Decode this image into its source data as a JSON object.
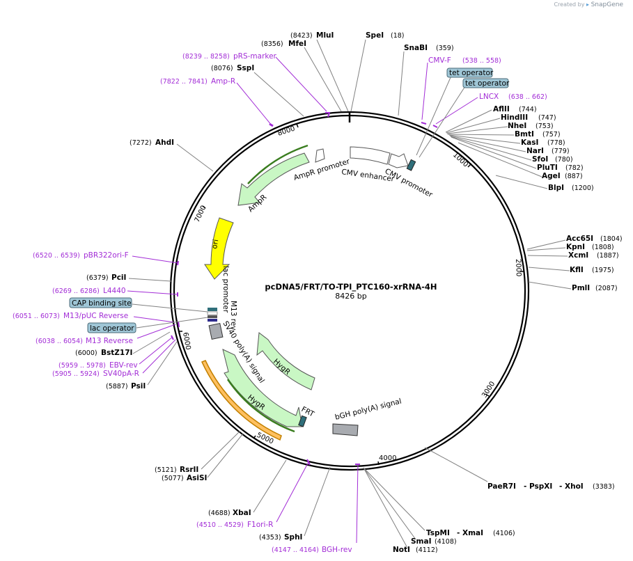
{
  "app": {
    "credit_prefix": "Created by",
    "credit_brand": "SnapGene"
  },
  "plasmid": {
    "name": "pcDNA5/FRT/TO-TPI_PTC160-xrRNA-4H",
    "length_label": "8426 bp",
    "length": 8426
  },
  "colors": {
    "primer": "#a22cd6",
    "enzyme_line": "#808080",
    "feature_green": "#c9f7c4",
    "feature_yellow": "#ffff00",
    "box_teal": "#9fc6d6"
  },
  "ticks": [
    "1000",
    "2000",
    "3000",
    "4000",
    "5000",
    "6000",
    "7000",
    "8000"
  ],
  "enzymes": [
    {
      "name": "MluI",
      "pos": "(8423)"
    },
    {
      "name": "SpeI",
      "pos": "(18)"
    },
    {
      "name": "MfeI",
      "pos": "(8356)"
    },
    {
      "name": "SnaBI",
      "pos": "(359)"
    },
    {
      "name": "SspI",
      "pos": "(8076)"
    },
    {
      "name": "AflII",
      "pos": "(744)"
    },
    {
      "name": "HindIII",
      "pos": "(747)"
    },
    {
      "name": "NheI",
      "pos": "(753)"
    },
    {
      "name": "BmtI",
      "pos": "(757)"
    },
    {
      "name": "KasI",
      "pos": "(778)"
    },
    {
      "name": "NarI",
      "pos": "(779)"
    },
    {
      "name": "SfoI",
      "pos": "(780)"
    },
    {
      "name": "PluTI",
      "pos": "(782)"
    },
    {
      "name": "AgeI",
      "pos": "(887)"
    },
    {
      "name": "BlpI",
      "pos": "(1200)"
    },
    {
      "name": "AhdI",
      "pos": "(7272)"
    },
    {
      "name": "Acc65I",
      "pos": "(1804)"
    },
    {
      "name": "KpnI",
      "pos": "(1808)"
    },
    {
      "name": "XcmI",
      "pos": "(1887)"
    },
    {
      "name": "KflI",
      "pos": "(1975)"
    },
    {
      "name": "PmlI",
      "pos": "(2087)"
    },
    {
      "name": "PciI",
      "pos": "(6379)"
    },
    {
      "name": "BstZ17I",
      "pos": "(6000)"
    },
    {
      "name": "PsiI",
      "pos": "(5887)"
    },
    {
      "name": "PaeR7I",
      "pos": ""
    },
    {
      "name": "- PspXI",
      "pos": ""
    },
    {
      "name": "- XhoI",
      "pos": "(3383)"
    },
    {
      "name": "RsrII",
      "pos": "(5121)"
    },
    {
      "name": "AsiSI",
      "pos": "(5077)"
    },
    {
      "name": "XbaI",
      "pos": "(4688)"
    },
    {
      "name": "TspMI",
      "pos": ""
    },
    {
      "name": "- XmaI",
      "pos": "(4106)"
    },
    {
      "name": "SmaI",
      "pos": "(4108)"
    },
    {
      "name": "SphI",
      "pos": "(4353)"
    },
    {
      "name": "NotI",
      "pos": "(4112)"
    }
  ],
  "primers": [
    {
      "name": "pRS-marker",
      "range": "(8239 .. 8258)"
    },
    {
      "name": "Amp-R",
      "range": "(7822 .. 7841)"
    },
    {
      "name": "CMV-F",
      "range": "(538 .. 558)"
    },
    {
      "name": "LNCX",
      "range": "(638 .. 662)"
    },
    {
      "name": "pBR322ori-F",
      "range": "(6520 .. 6539)"
    },
    {
      "name": "L4440",
      "range": "(6269 .. 6286)"
    },
    {
      "name": "M13/pUC Reverse",
      "range": "(6051 .. 6073)"
    },
    {
      "name": "M13 Reverse",
      "range": "(6038 .. 6054)"
    },
    {
      "name": "EBV-rev",
      "range": "(5959 .. 5978)"
    },
    {
      "name": "SV40pA-R",
      "range": "(5905 .. 5924)"
    },
    {
      "name": "F1ori-R",
      "range": "(4510 .. 4529)"
    },
    {
      "name": "BGH-rev",
      "range": "(4147 .. 4164)"
    }
  ],
  "boxes": [
    "tet operator",
    "tet operator",
    "CAP binding site",
    "lac operator"
  ],
  "features": [
    "AmpR promoter",
    "AmpR",
    "CMV enhancer",
    "CMV promoter",
    "ori",
    "lac promoter",
    "M13 rev",
    "SV40 poly(A) signal",
    "HygR",
    "HygR",
    "FRT",
    "bGH poly(A) signal"
  ]
}
